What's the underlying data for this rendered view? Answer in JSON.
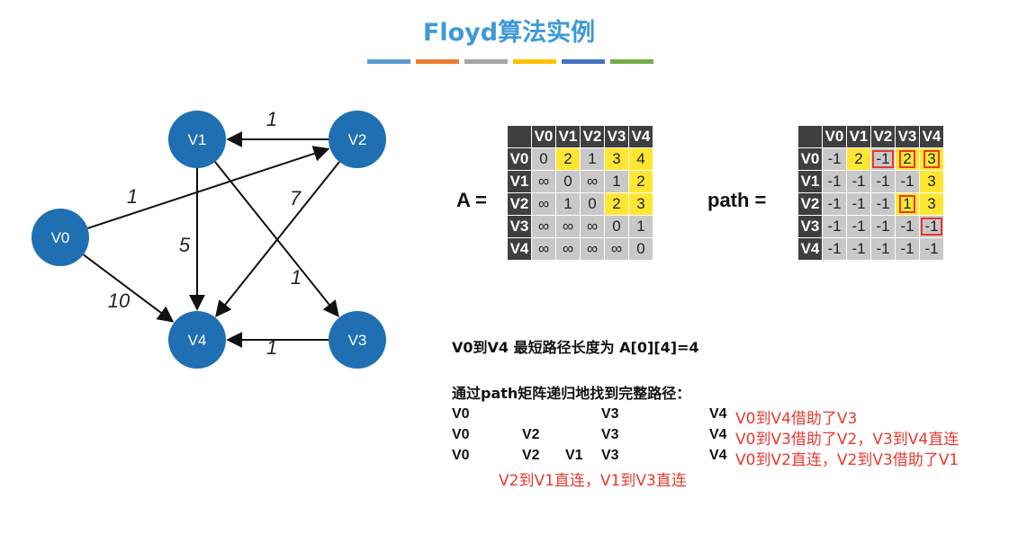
{
  "title": "Floyd算法实例",
  "stripe_colors": [
    "#5b9bd5",
    "#ed7d31",
    "#a5a5a5",
    "#ffc000",
    "#4472c4",
    "#70ad47"
  ],
  "graph": {
    "node_color": "#1f6fb2",
    "nodes": [
      {
        "id": "V0",
        "label": "V0"
      },
      {
        "id": "V1",
        "label": "V1"
      },
      {
        "id": "V2",
        "label": "V2"
      },
      {
        "id": "V3",
        "label": "V3"
      },
      {
        "id": "V4",
        "label": "V4"
      }
    ],
    "edges": [
      {
        "from": "V2",
        "to": "V1",
        "weight": "1"
      },
      {
        "from": "V0",
        "to": "V2",
        "weight": "1"
      },
      {
        "from": "V2",
        "to": "V4",
        "weight": "7"
      },
      {
        "from": "V1",
        "to": "V4",
        "weight": "5"
      },
      {
        "from": "V1",
        "to": "V3",
        "weight": "1"
      },
      {
        "from": "V0",
        "to": "V4",
        "weight": "10"
      },
      {
        "from": "V3",
        "to": "V4",
        "weight": "1"
      }
    ]
  },
  "matrix_A": {
    "label": "A =",
    "headers": [
      "V0",
      "V1",
      "V2",
      "V3",
      "V4"
    ],
    "rows": [
      [
        "0",
        "2",
        "1",
        "3",
        "4"
      ],
      [
        "∞",
        "0",
        "∞",
        "1",
        "2"
      ],
      [
        "∞",
        "1",
        "0",
        "2",
        "3"
      ],
      [
        "∞",
        "∞",
        "∞",
        "0",
        "1"
      ],
      [
        "∞",
        "∞",
        "∞",
        "∞",
        "0"
      ]
    ],
    "highlight_yellow": [
      [
        0,
        1
      ],
      [
        0,
        3
      ],
      [
        0,
        4
      ],
      [
        1,
        4
      ],
      [
        2,
        3
      ],
      [
        2,
        4
      ]
    ]
  },
  "matrix_path": {
    "label": "path =",
    "headers": [
      "V0",
      "V1",
      "V2",
      "V3",
      "V4"
    ],
    "rows": [
      [
        "-1",
        "2",
        "-1",
        "2",
        "3"
      ],
      [
        "-1",
        "-1",
        "-1",
        "-1",
        "3"
      ],
      [
        "-1",
        "-1",
        "-1",
        "1",
        "3"
      ],
      [
        "-1",
        "-1",
        "-1",
        "-1",
        "-1"
      ],
      [
        "-1",
        "-1",
        "-1",
        "-1",
        "-1"
      ]
    ],
    "highlight_yellow": [
      [
        0,
        1
      ],
      [
        0,
        3
      ],
      [
        0,
        4
      ],
      [
        1,
        4
      ],
      [
        2,
        3
      ],
      [
        2,
        4
      ]
    ],
    "boxed_red": [
      [
        0,
        2
      ],
      [
        0,
        3
      ],
      [
        0,
        4
      ],
      [
        2,
        3
      ],
      [
        3,
        4
      ]
    ]
  },
  "result_line": "V0到V4 最短路径长度为 A[0][4]=4",
  "recursion_heading": "通过path矩阵递归地找到完整路径：",
  "path_rows": [
    {
      "tokens": [
        "V0",
        "",
        "",
        "V3",
        "V4"
      ],
      "note": "V0到V4借助了V3"
    },
    {
      "tokens": [
        "V0",
        "V2",
        "",
        "V3",
        "V4"
      ],
      "note": "V0到V3借助了V2，V3到V4直连"
    },
    {
      "tokens": [
        "V0",
        "V2",
        "V1",
        "V3",
        "V4"
      ],
      "note": "V0到V2直连，V2到V3借助了V1"
    }
  ],
  "extra_note": "V2到V1直连，V1到V3直连"
}
